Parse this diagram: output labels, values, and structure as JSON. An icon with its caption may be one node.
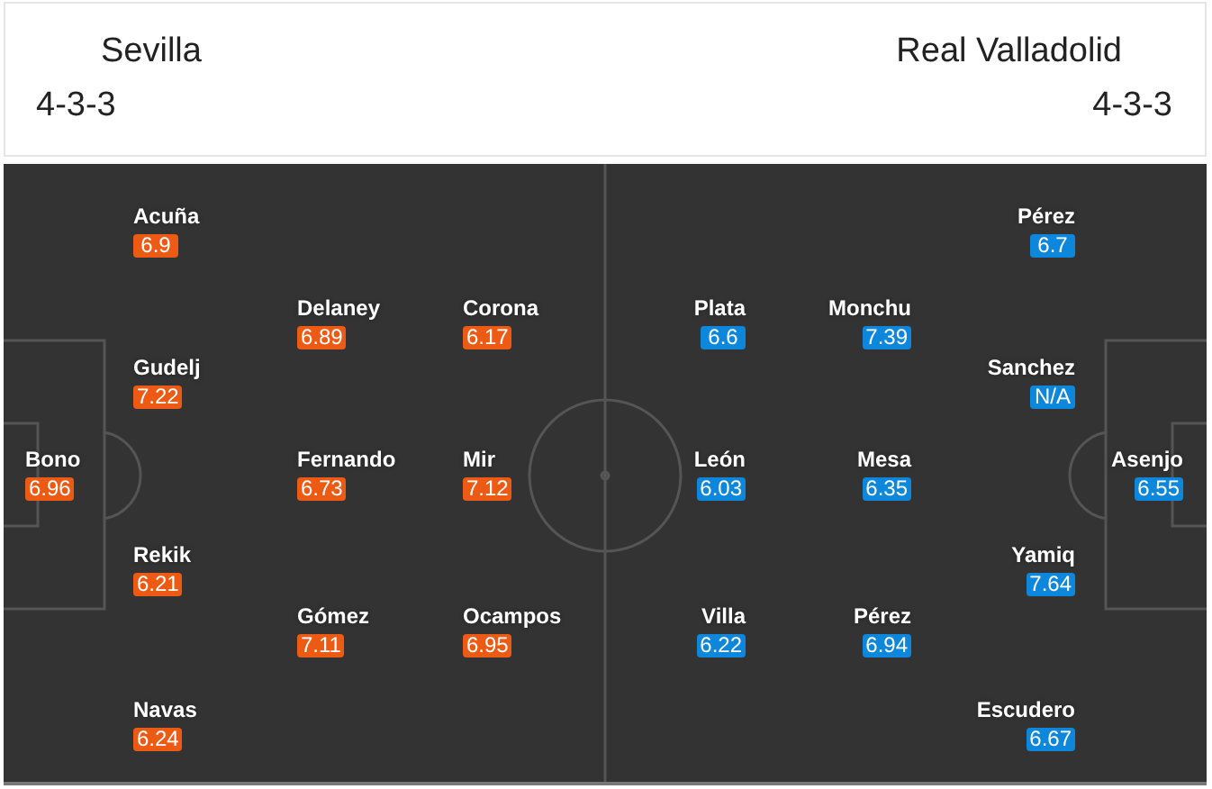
{
  "diagram": {
    "nodes": [
      {
        "text": [
          "Bono",
          "6.96"
        ]
      },
      {
        "text": [
          "Acuña",
          "6.9"
        ]
      },
      {
        "text": [
          "Gudelj",
          "7.22"
        ]
      },
      {
        "text": [
          "Rekik",
          "6.21"
        ]
      },
      {
        "text": [
          "Navas",
          "6.24"
        ]
      },
      {
        "text": [
          "Delaney",
          "6.89"
        ]
      },
      {
        "text": [
          "Fernando",
          "6.73"
        ]
      },
      {
        "text": [
          "Gómez",
          "7.11"
        ]
      },
      {
        "text": [
          "Corona",
          "6.17"
        ]
      },
      {
        "text": [
          "Mir",
          "7.12"
        ]
      },
      {
        "text": [
          "Ocampos",
          "6.95"
        ]
      },
      {
        "text": [
          "Plata",
          "6.6"
        ]
      },
      {
        "text": [
          "León",
          "6.03"
        ]
      },
      {
        "text": [
          "Villa",
          "6.22"
        ]
      },
      {
        "text": [
          "Monchu",
          "7.39"
        ]
      },
      {
        "text": [
          "Mesa",
          "6.35"
        ]
      },
      {
        "text": [
          "Pérez",
          "6.94"
        ]
      },
      {
        "text": [
          "Pérez",
          "6.7"
        ]
      },
      {
        "text": [
          "Sanchez",
          "N/A"
        ]
      },
      {
        "text": [
          "Yamiq",
          "7.64"
        ]
      },
      {
        "text": [
          "Escudero",
          "6.67"
        ]
      },
      {
        "text": [
          "Asenjo",
          "6.55"
        ]
      }
    ],
    "labels": [
      "Sevilla",
      "Real Valladolid",
      "4-3-3",
      "4-3-3"
    ]
  }
}
